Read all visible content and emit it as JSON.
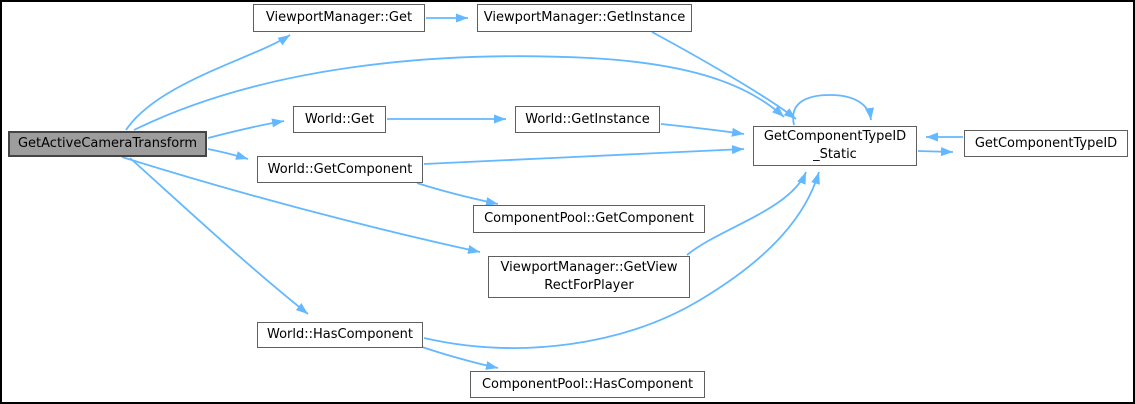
{
  "diagram": {
    "type": "doxygen-call-graph",
    "colors": {
      "edge": "#63B8FF",
      "node_fill": "#ffffff",
      "node_border": "#5f5f5f",
      "highlight_fill": "#9d9d9d",
      "highlight_border": "#444444",
      "text": "#000000",
      "frame": "#000000",
      "background": "#ffffff"
    },
    "nodes": [
      {
        "id": "GetActiveCameraTransform",
        "label": "GetActiveCameraTransform",
        "highlighted": true
      },
      {
        "id": "ViewportManager::Get",
        "label": "ViewportManager::Get",
        "highlighted": false
      },
      {
        "id": "ViewportManager::GetInstance",
        "label": "ViewportManager::GetInstance",
        "highlighted": false
      },
      {
        "id": "World::Get",
        "label": "World::Get",
        "highlighted": false
      },
      {
        "id": "World::GetInstance",
        "label": "World::GetInstance",
        "highlighted": false
      },
      {
        "id": "World::GetComponent",
        "label": "World::GetComponent",
        "highlighted": false
      },
      {
        "id": "ComponentPool::GetComponent",
        "label": "ComponentPool::GetComponent",
        "highlighted": false
      },
      {
        "id": "ViewportManager::GetViewRectForPlayer",
        "label": "ViewportManager::GetView\nRectForPlayer",
        "highlighted": false
      },
      {
        "id": "World::HasComponent",
        "label": "World::HasComponent",
        "highlighted": false
      },
      {
        "id": "ComponentPool::HasComponent",
        "label": "ComponentPool::HasComponent",
        "highlighted": false
      },
      {
        "id": "GetComponentTypeID_Static",
        "label": "GetComponentTypeID\n_Static",
        "highlighted": false
      },
      {
        "id": "GetComponentTypeID",
        "label": "GetComponentTypeID",
        "highlighted": false
      }
    ],
    "edges": [
      {
        "from": "GetActiveCameraTransform",
        "to": "ViewportManager::Get"
      },
      {
        "from": "ViewportManager::Get",
        "to": "ViewportManager::GetInstance"
      },
      {
        "from": "ViewportManager::GetInstance",
        "to": "GetComponentTypeID_Static"
      },
      {
        "from": "GetActiveCameraTransform",
        "to": "World::Get"
      },
      {
        "from": "World::Get",
        "to": "World::GetInstance"
      },
      {
        "from": "World::GetInstance",
        "to": "GetComponentTypeID_Static"
      },
      {
        "from": "GetActiveCameraTransform",
        "to": "GetComponentTypeID_Static"
      },
      {
        "from": "GetActiveCameraTransform",
        "to": "World::GetComponent"
      },
      {
        "from": "World::GetComponent",
        "to": "ComponentPool::GetComponent"
      },
      {
        "from": "World::GetComponent",
        "to": "GetComponentTypeID_Static"
      },
      {
        "from": "GetActiveCameraTransform",
        "to": "ViewportManager::GetViewRectForPlayer"
      },
      {
        "from": "ViewportManager::GetViewRectForPlayer",
        "to": "GetComponentTypeID_Static"
      },
      {
        "from": "GetActiveCameraTransform",
        "to": "World::HasComponent"
      },
      {
        "from": "World::HasComponent",
        "to": "ComponentPool::HasComponent"
      },
      {
        "from": "World::HasComponent",
        "to": "GetComponentTypeID_Static"
      },
      {
        "from": "GetComponentTypeID_Static",
        "to": "GetComponentTypeID"
      },
      {
        "from": "GetComponentTypeID",
        "to": "GetComponentTypeID_Static"
      },
      {
        "from": "GetComponentTypeID_Static",
        "to": "GetComponentTypeID_Static"
      }
    ]
  }
}
